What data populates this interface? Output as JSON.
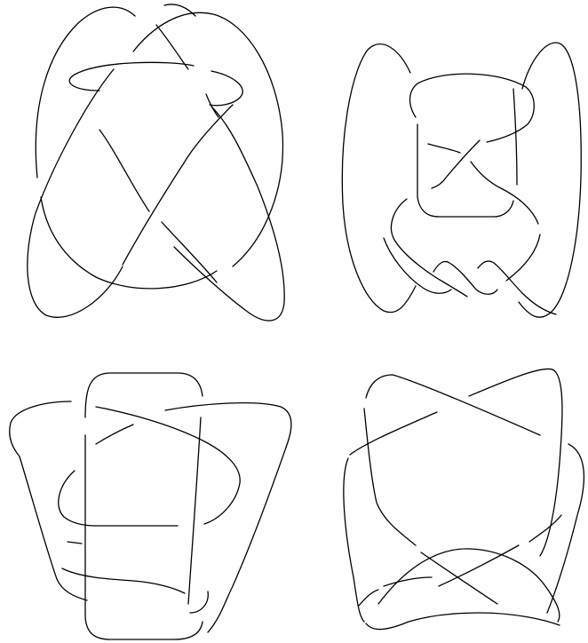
{
  "figure": {
    "description_visible_text": "",
    "background_color": "#ffffff",
    "stroke_color": "#000000",
    "panel_count": 4
  },
  "panels": [
    {
      "id": "knot-top-left",
      "kind": "knot-diagram"
    },
    {
      "id": "knot-top-right",
      "kind": "knot-diagram"
    },
    {
      "id": "knot-bottom-left",
      "kind": "knot-diagram"
    },
    {
      "id": "knot-bottom-right",
      "kind": "knot-diagram"
    }
  ]
}
